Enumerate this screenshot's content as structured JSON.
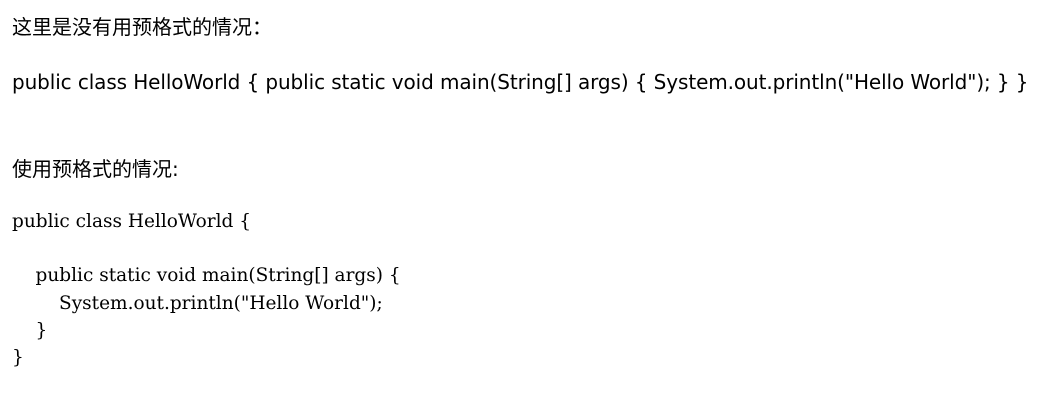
{
  "paragraphs": {
    "no_pre_heading": "这里是没有用预格式的情况：",
    "no_pre_code": "public class HelloWorld { public static void main(String[] args) { System.out.println(\"Hello World\"); } }",
    "with_pre_heading": "使用预格式的情况:"
  },
  "pre_block": {
    "text": "public class HelloWorld {\n\n    public static void main(String[] args) {\n        System.out.println(\"Hello World\");\n    }\n}"
  }
}
